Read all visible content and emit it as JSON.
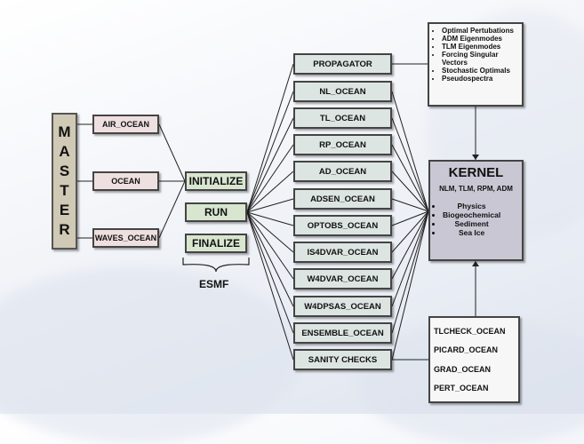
{
  "master": {
    "letters": [
      "M",
      "A",
      "S",
      "T",
      "E",
      "R"
    ]
  },
  "model_inputs": [
    "AIR_OCEAN",
    "OCEAN",
    "WAVES_OCEAN"
  ],
  "esmf": {
    "steps": [
      "INITIALIZE",
      "RUN",
      "FINALIZE"
    ],
    "label": "ESMF"
  },
  "drivers": [
    "PROPAGATOR",
    "NL_OCEAN",
    "TL_OCEAN",
    "RP_OCEAN",
    "AD_OCEAN",
    "ADSEN_OCEAN",
    "OPTOBS_OCEAN",
    "IS4DVAR_OCEAN",
    "W4DVAR_OCEAN",
    "W4DPSAS_OCEAN",
    "ENSEMBLE_OCEAN",
    "SANITY CHECKS"
  ],
  "propagator_products": [
    "Optimal Pertubations",
    "ADM Eigenmodes",
    "TLM Eigenmodes",
    "Forcing Singular Vectors",
    "Stochastic Optimals",
    "Pseudospectra"
  ],
  "kernel": {
    "title": "KERNEL",
    "subtitle": "NLM, TLM, RPM, ADM",
    "items": [
      "Physics",
      "Biogeochemical",
      "Sediment",
      "Sea Ice"
    ]
  },
  "sanity_checks": [
    "TLCHECK_OCEAN",
    "PICARD_OCEAN",
    "GRAD_OCEAN",
    "PERT_OCEAN"
  ]
}
